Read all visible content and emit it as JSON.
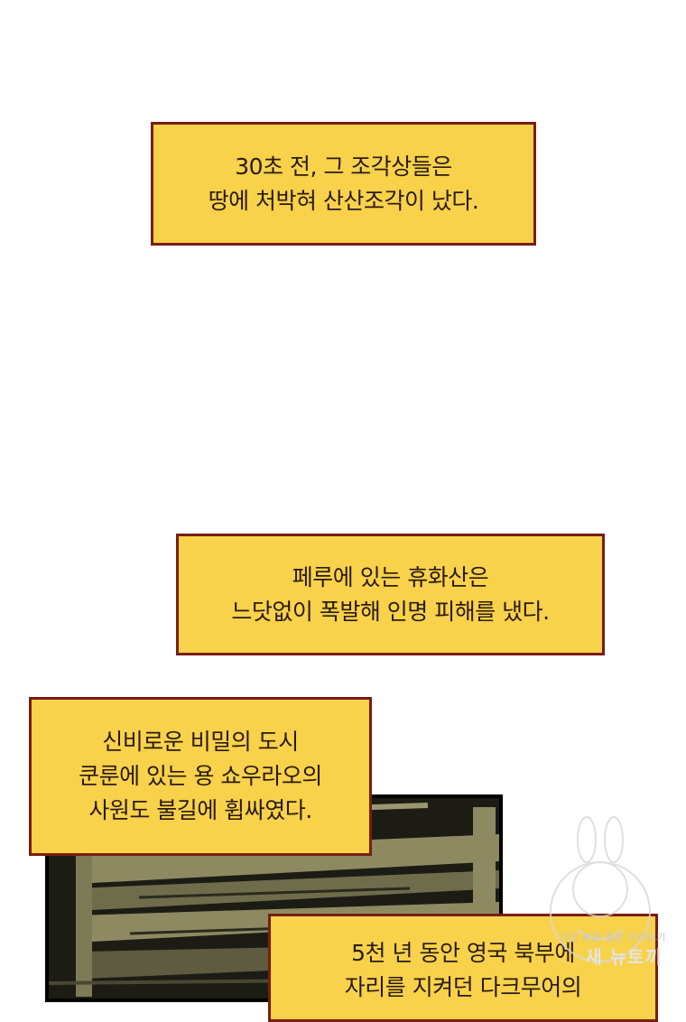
{
  "captions": [
    {
      "lines": [
        "30초 전, 그 조각상들은",
        "땅에 처박혀 산산조각이 났다."
      ]
    },
    {
      "lines": [
        "페루에 있는 휴화산은",
        "느닷없이 폭발해 인명 피해를 냈다."
      ]
    },
    {
      "lines": [
        "신비로운 비밀의 도시",
        "쿤룬에 있는 용 쇼우라오의",
        "사원도 불길에 휩싸였다."
      ]
    },
    {
      "lines": [
        "5천 년 동안 영국 북부에",
        "자리를 지켜던 다크무어의"
      ]
    }
  ],
  "watermark": {
    "small_text": "가장 빠른 웹툰 미리보기",
    "brand_text": "새 뉴토끼"
  },
  "colors": {
    "caption_bg": "#f7d24a",
    "caption_border": "#7a1d14",
    "caption_text": "#2a1a12"
  }
}
